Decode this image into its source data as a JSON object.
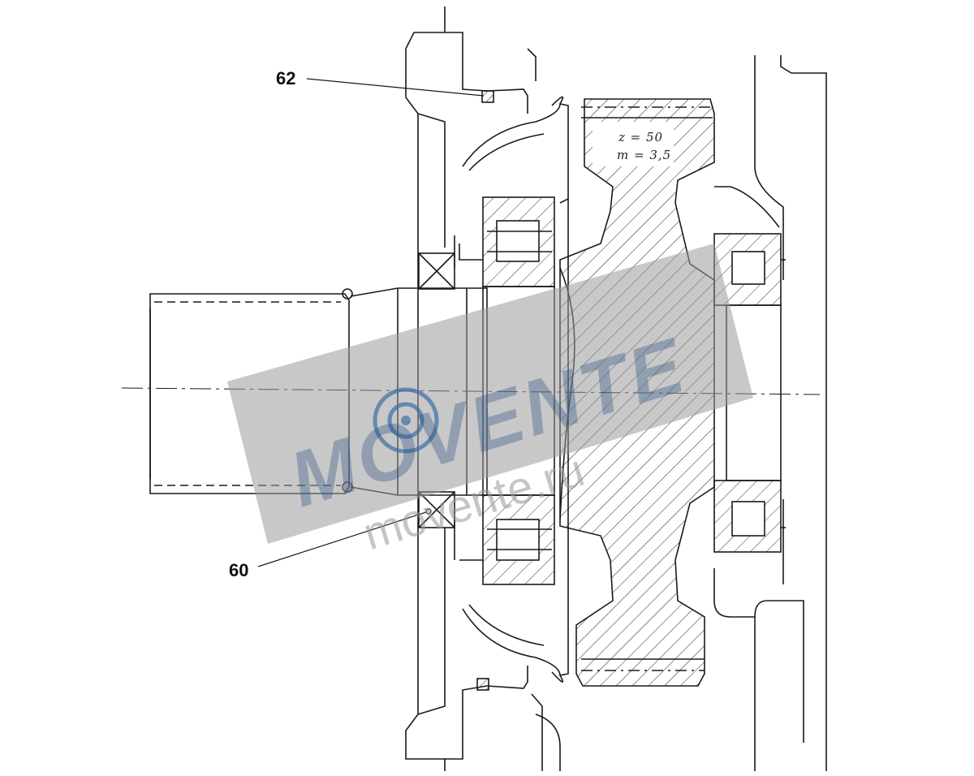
{
  "callouts": {
    "part_62": "62",
    "part_60": "60"
  },
  "gear": {
    "teeth": "z = 50",
    "module": "m = 3,5"
  },
  "watermark": {
    "brand": "MOVENTE",
    "site": "movente.ru"
  },
  "colors": {
    "line": "#1a1a1a",
    "watermark_band": "#9a9a9a",
    "watermark_text": "#3a6ea5"
  }
}
